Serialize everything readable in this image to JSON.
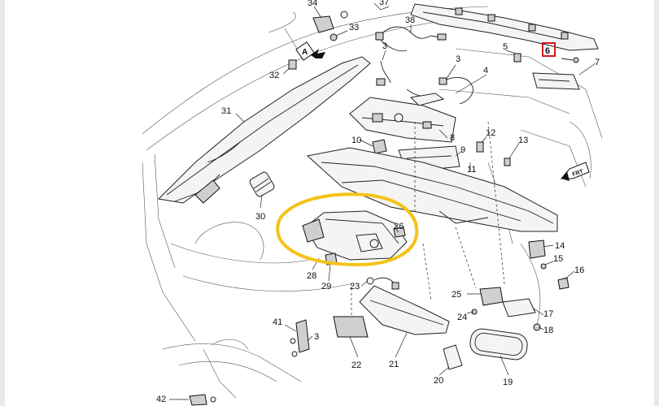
{
  "callouts": [
    {
      "id": "c34",
      "label": "34"
    },
    {
      "id": "c37",
      "label": "37"
    },
    {
      "id": "c38",
      "label": "38"
    },
    {
      "id": "c33",
      "label": "33"
    },
    {
      "id": "c32",
      "label": "32"
    },
    {
      "id": "c31",
      "label": "31"
    },
    {
      "id": "c30",
      "label": "30"
    },
    {
      "id": "c3a",
      "label": "3"
    },
    {
      "id": "c3b",
      "label": "3"
    },
    {
      "id": "c4",
      "label": "4"
    },
    {
      "id": "c5",
      "label": "5"
    },
    {
      "id": "c6",
      "label": "6"
    },
    {
      "id": "c7",
      "label": "7"
    },
    {
      "id": "c8",
      "label": "8"
    },
    {
      "id": "c9",
      "label": "9"
    },
    {
      "id": "c10",
      "label": "10"
    },
    {
      "id": "c11",
      "label": "11"
    },
    {
      "id": "c12",
      "label": "12"
    },
    {
      "id": "c13",
      "label": "13"
    },
    {
      "id": "c14",
      "label": "14"
    },
    {
      "id": "c15",
      "label": "15"
    },
    {
      "id": "c16",
      "label": "16"
    },
    {
      "id": "c17",
      "label": "17"
    },
    {
      "id": "c18",
      "label": "18"
    },
    {
      "id": "c19",
      "label": "19"
    },
    {
      "id": "c20",
      "label": "20"
    },
    {
      "id": "c21",
      "label": "21"
    },
    {
      "id": "c22",
      "label": "22"
    },
    {
      "id": "c23",
      "label": "23"
    },
    {
      "id": "c24",
      "label": "24"
    },
    {
      "id": "c25",
      "label": "25"
    },
    {
      "id": "c26",
      "label": "26"
    },
    {
      "id": "c28",
      "label": "28"
    },
    {
      "id": "c29",
      "label": "29"
    },
    {
      "id": "c41",
      "label": "41"
    },
    {
      "id": "c3c",
      "label": "3"
    },
    {
      "id": "c42",
      "label": "42"
    }
  ],
  "direction_labels": {
    "arrow_a": "A",
    "front": "FRT"
  },
  "highlight": {
    "boxed_callout": "6",
    "box_color": "#d11a1a",
    "circle_color": "#f5c218"
  }
}
